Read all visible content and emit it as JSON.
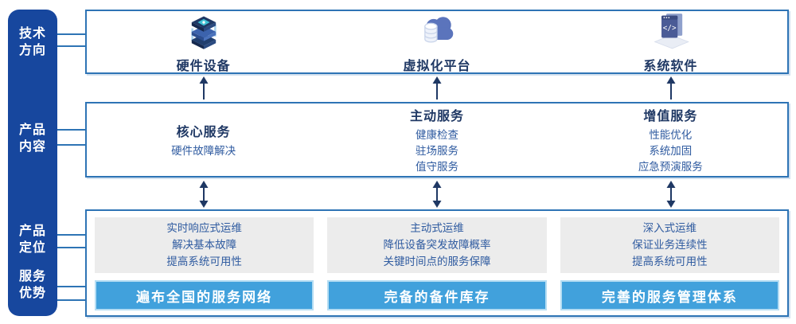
{
  "colors": {
    "sidebar_bg": "#17479E",
    "box_border": "#2E74B5",
    "banner_bg": "#41A1DC",
    "banner_border": "#B5DDF3",
    "panel_bg": "#ECECEC",
    "heading_text": "#1F3864",
    "body_text": "#2F5BA0",
    "arrow": "#1F3864"
  },
  "sidebar": {
    "items": [
      {
        "line1": "技术",
        "line2": "方向"
      },
      {
        "line1": "产品",
        "line2": "内容"
      },
      {
        "line1": "产品",
        "line2": "定位"
      },
      {
        "line1": "服务",
        "line2": "优势"
      }
    ]
  },
  "tech_row": {
    "items": [
      {
        "icon": "server-stack-icon",
        "label": "硬件设备"
      },
      {
        "icon": "cloud-database-icon",
        "label": "虚拟化平台"
      },
      {
        "icon": "code-window-icon",
        "label": "系统软件"
      }
    ]
  },
  "content_row": {
    "columns": [
      {
        "title": "核心服务",
        "item1": "硬件故障解决",
        "item2": "",
        "item3": ""
      },
      {
        "title": "主动服务",
        "item1": "健康检查",
        "item2": "驻场服务",
        "item3": "值守服务"
      },
      {
        "title": "增值服务",
        "item1": "性能优化",
        "item2": "系统加固",
        "item3": "应急预演服务"
      }
    ]
  },
  "position_row": {
    "columns": [
      {
        "line1": "实时响应式运维",
        "line2": "解决基本故障",
        "line3": "提高系统可用性",
        "banner": "遍布全国的服务网络"
      },
      {
        "line1": "主动式运维",
        "line2": "降低设备突发故障概率",
        "line3": "关键时间点的服务保障",
        "banner": "完备的备件库存"
      },
      {
        "line1": "深入式运维",
        "line2": "保证业务连续性",
        "line3": "提高系统可用性",
        "banner": "完善的服务管理体系"
      }
    ]
  }
}
